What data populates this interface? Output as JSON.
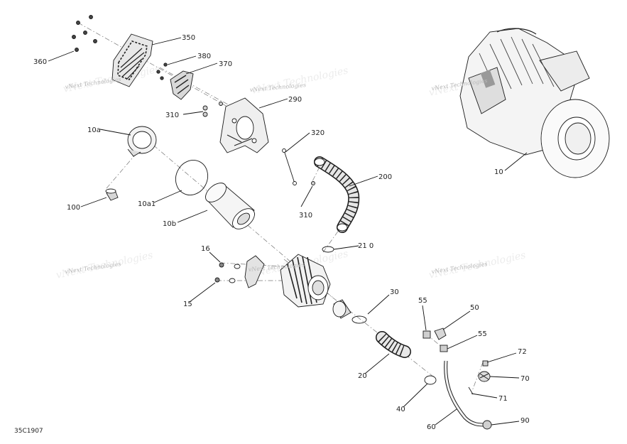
{
  "diagram": {
    "code": "35C1907",
    "watermark": "vNext Technologies",
    "callouts": {
      "c350": "350",
      "c360": "360",
      "c380": "380",
      "c370": "370",
      "c290": "290",
      "c310a": "310",
      "c310b": "310",
      "c320": "320",
      "c200": "200",
      "c210": "21 0",
      "c10a": "10a",
      "c10a1": "10a1",
      "c10b": "10b",
      "c100": "100",
      "c10": "10",
      "c16": "16",
      "c15": "15",
      "c30": "30",
      "c55a": "55",
      "c50": "50",
      "c55b": "55",
      "c72": "72",
      "c70": "70",
      "c71": "71",
      "c20": "20",
      "c40": "40",
      "c60": "60",
      "c90": "90"
    }
  }
}
